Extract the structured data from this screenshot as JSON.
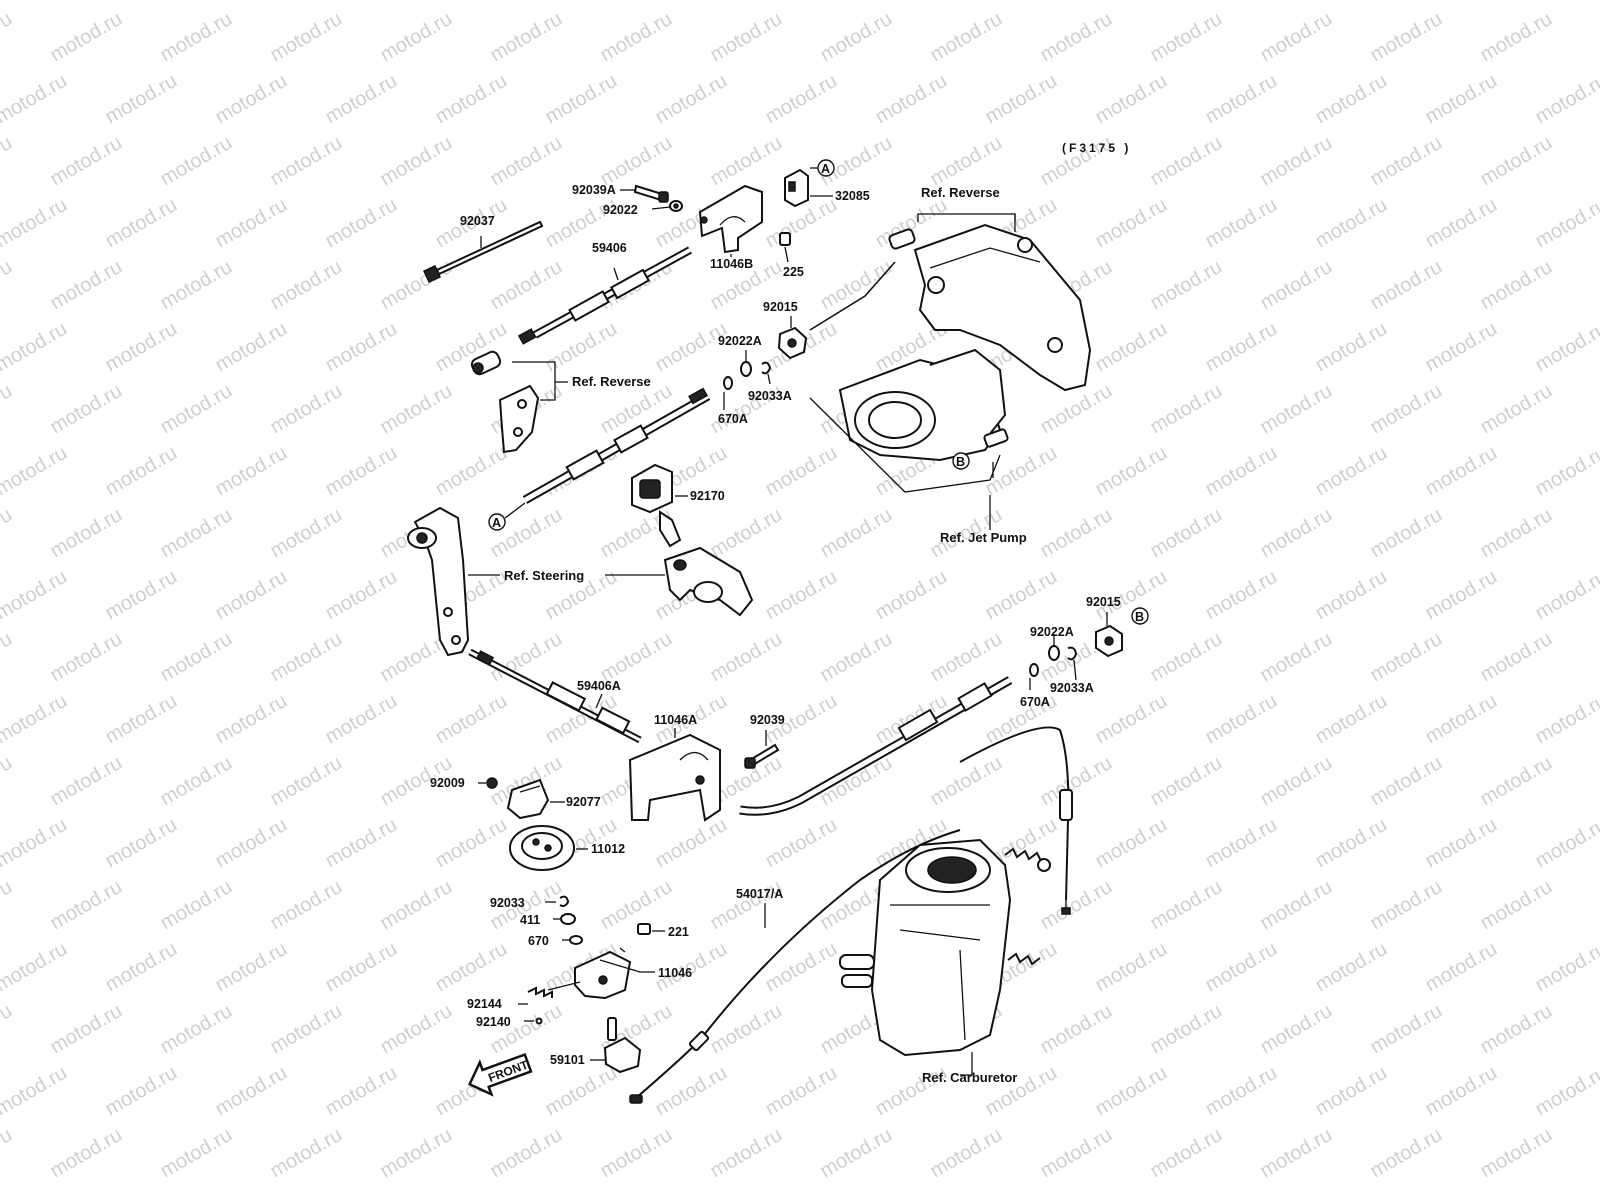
{
  "diagram_code": "(F3175 )",
  "watermark": "motod.ru",
  "part_labels": {
    "p92039A": "92039A",
    "p92022": "92022",
    "p32085": "32085",
    "p92037": "92037",
    "p59406": "59406",
    "p11046B": "11046B",
    "p225": "225",
    "p92015_top": "92015",
    "p92022A_top": "92022A",
    "p92033A_top": "92033A",
    "p670A_top": "670A",
    "p92170": "92170",
    "p92015_mid": "92015",
    "p92022A_mid": "92022A",
    "p92033A_mid": "92033A",
    "p670A_mid": "670A",
    "p59406A": "59406A",
    "p11046A": "11046A",
    "p92039": "92039",
    "p92009": "92009",
    "p92077": "92077",
    "p11012": "11012",
    "p54017A": "54017/A",
    "p92033": "92033",
    "p411": "411",
    "p221": "221",
    "p670": "670",
    "p11046": "11046",
    "p92144": "92144",
    "p92140": "92140",
    "p59101": "59101"
  },
  "ref_labels": {
    "reverse_top": "Ref. Reverse",
    "reverse_left": "Ref. Reverse",
    "jet_pump": "Ref. Jet Pump",
    "steering": "Ref. Steering",
    "carburetor": "Ref. Carburetor"
  },
  "markers": {
    "a_top": "A",
    "a_left": "A",
    "b_pump": "B",
    "b_right": "B"
  },
  "front_label": "FRONT"
}
